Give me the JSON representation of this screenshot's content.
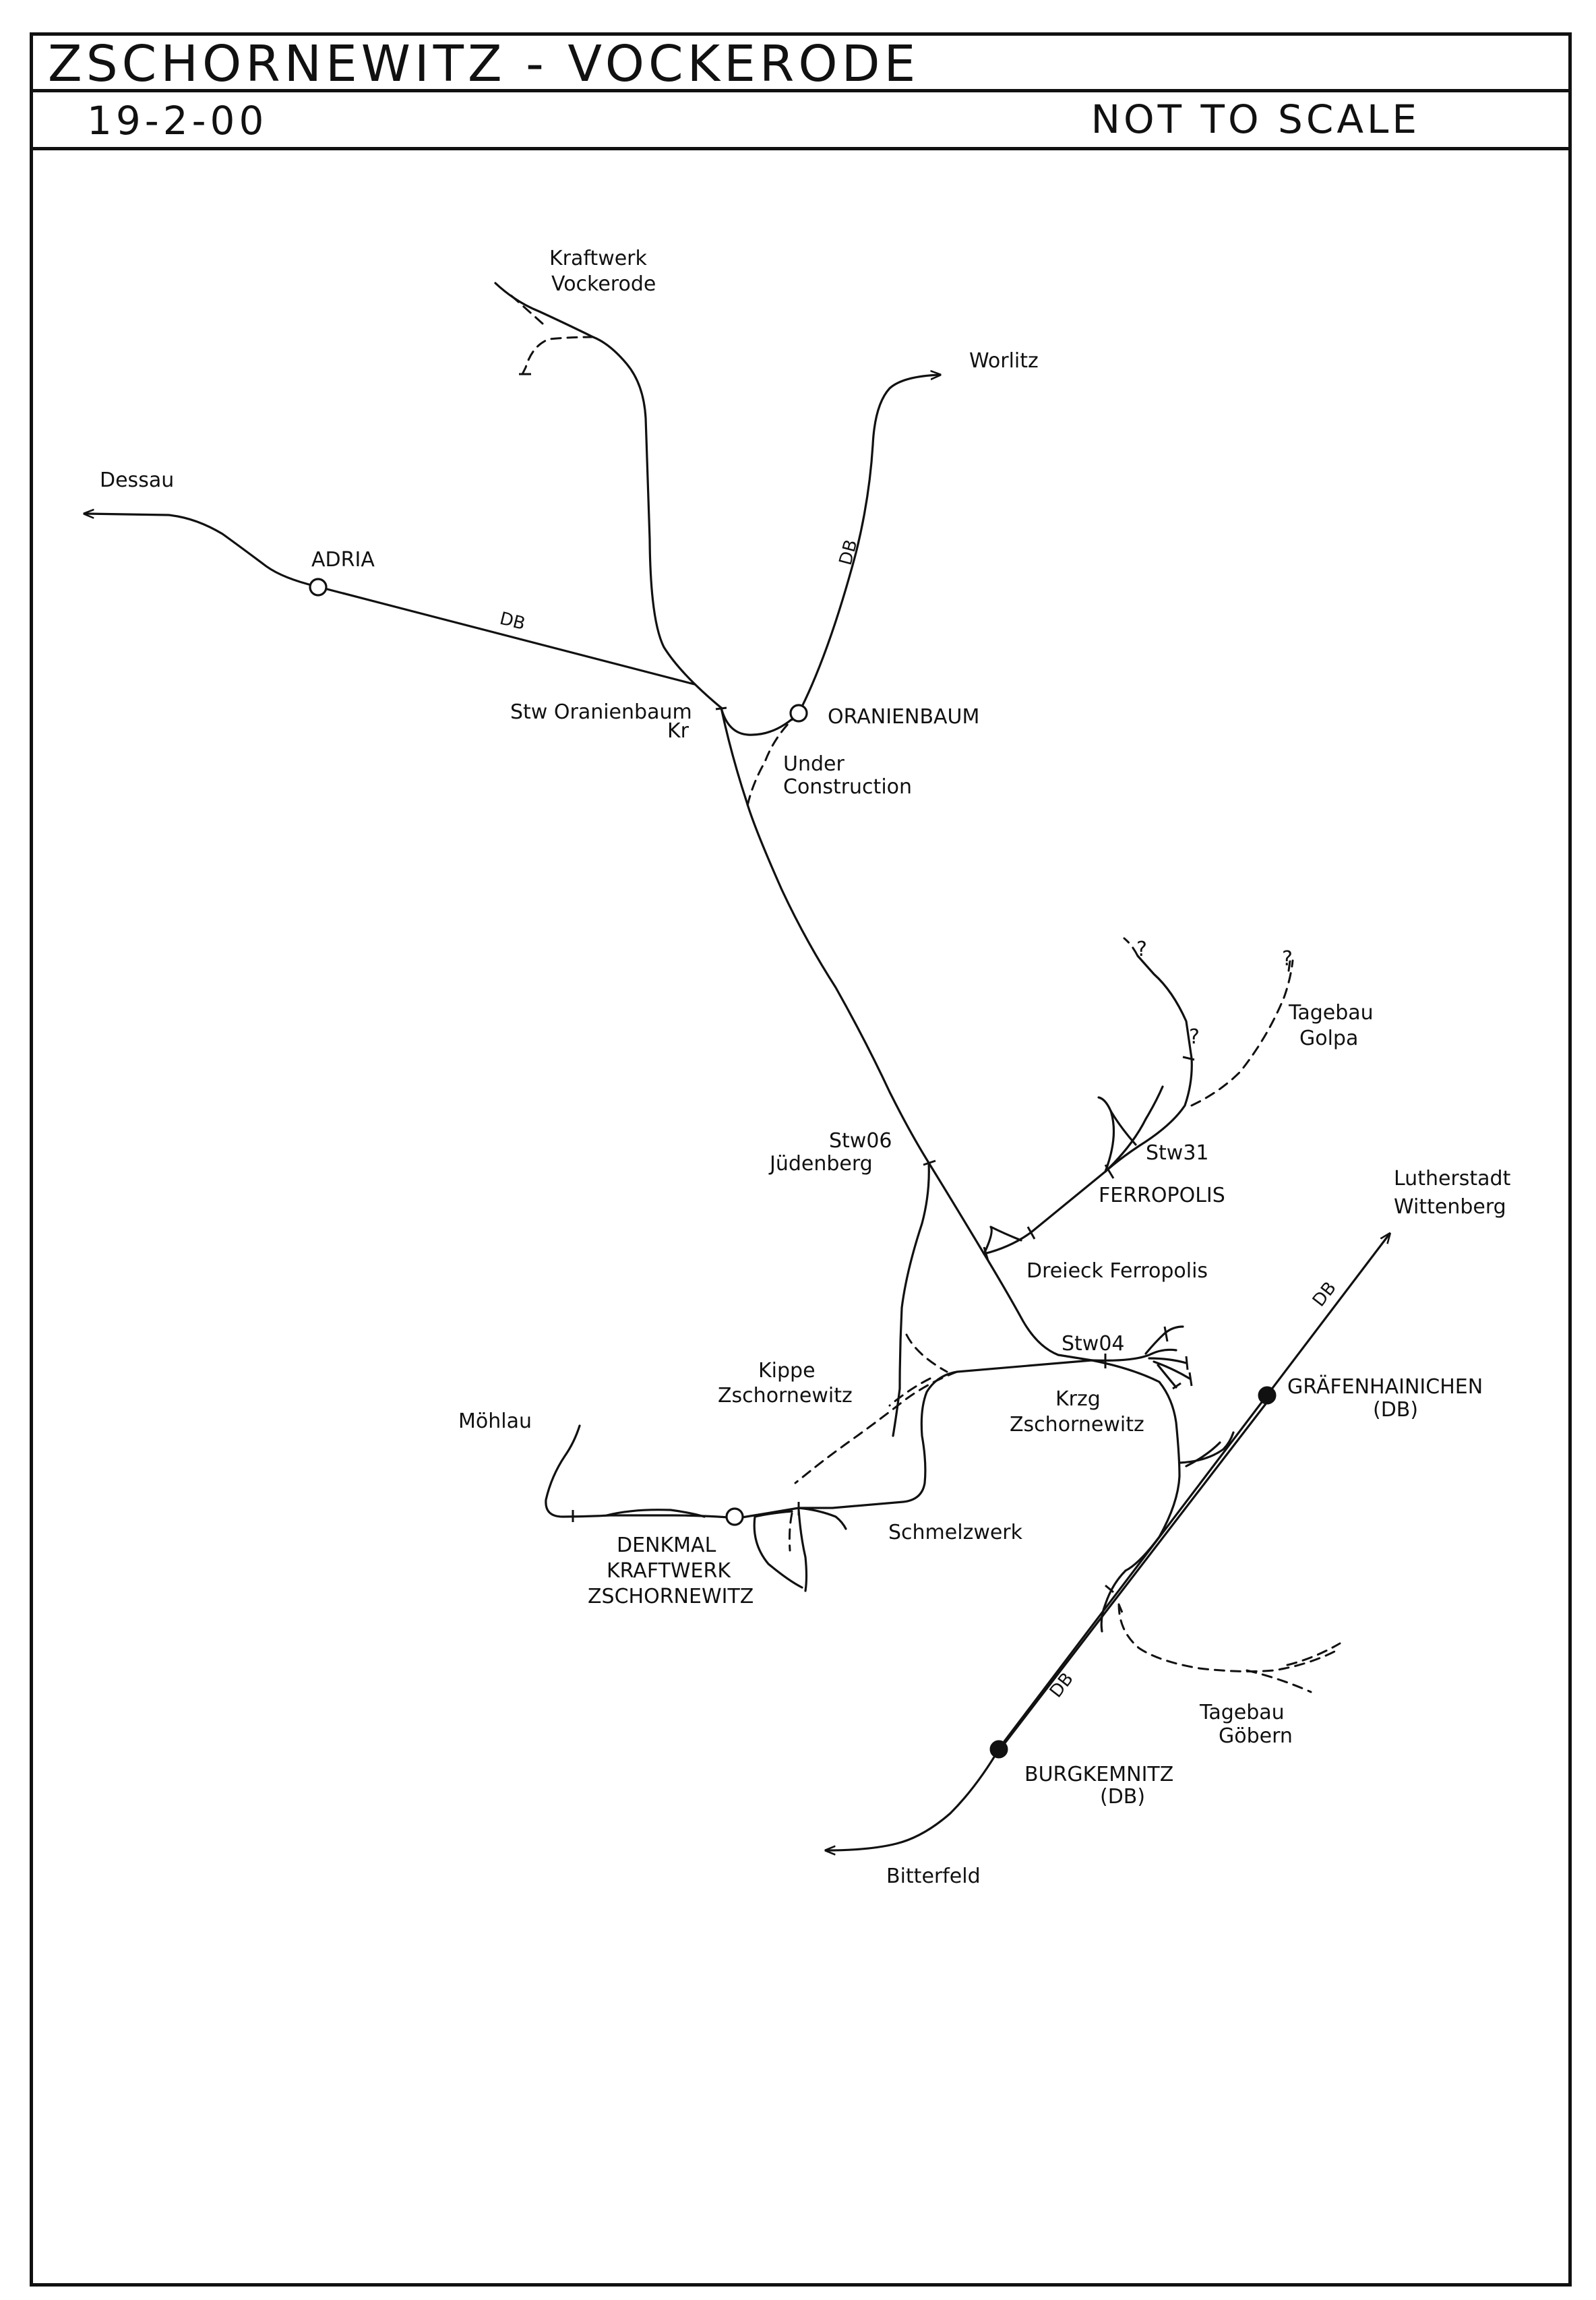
{
  "header": {
    "title": "ZSCHORNEWITZ - VOCKERODE",
    "date": "19-2-00",
    "scale_note": "NOT TO SCALE"
  },
  "places": {
    "kraftwerk_vockerode": [
      "Kraftwerk",
      "Vockerode"
    ],
    "worlitz": "Worlitz",
    "dessau": "Dessau",
    "adria": "ADRIA",
    "stw_oranienbaum": [
      "Stw Oranienbaum",
      "Kr"
    ],
    "oranienbaum": "ORANIENBAUM",
    "under_construction": [
      "Under",
      "Construction"
    ],
    "tagebau_golpa": [
      "Tagebau",
      "Golpa"
    ],
    "question_mark": "?",
    "stw31": "Stw31",
    "ferropolis": "FERROPOLIS",
    "stw06": [
      "Stw06",
      "Jüdenberg"
    ],
    "lutherstadt_wittenberg": [
      "Lutherstadt",
      "Wittenberg"
    ],
    "dreieck_ferropolis": "Dreieck Ferropolis",
    "stw04": "Stw04",
    "kippe_zschornewitz": [
      "Kippe",
      "Zschornewitz"
    ],
    "grafenhainichen": [
      "GRÄFENHAINICHEN",
      "(DB)"
    ],
    "krzg_zschornewitz": [
      "Krzg",
      "Zschornewitz"
    ],
    "mohlau": "Möhlau",
    "schmelzwerk": "Schmelzwerk",
    "denkmal": [
      "DENKMAL",
      "KRAFTWERK",
      "ZSCHORNEWITZ"
    ],
    "tagebau_gobern": [
      "Tagebau",
      "Göbern"
    ],
    "burgkemnitz": [
      "BURGKEMNITZ",
      "(DB)"
    ],
    "bitterfeld": "Bitterfeld"
  },
  "line_labels": {
    "db": "DB"
  },
  "legend_symbols": {
    "open_station": "open circle",
    "db_station": "filled circle",
    "proposed": "dashed line",
    "direction": "arrowhead"
  }
}
